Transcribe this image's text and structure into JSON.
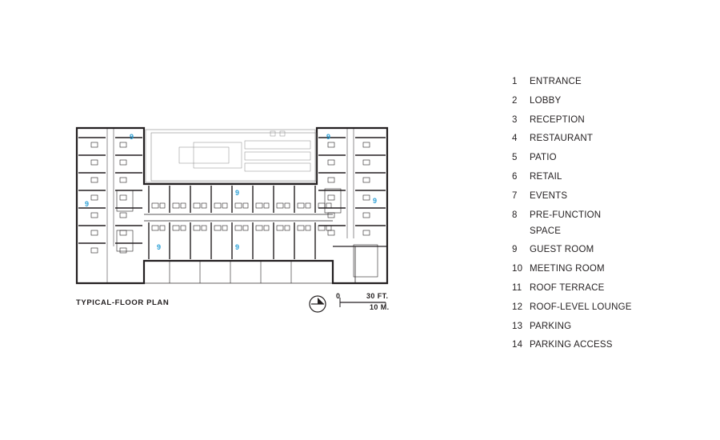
{
  "plan": {
    "caption": "TYPICAL-FLOOR PLAN",
    "room_label": "9",
    "accent_color": "#2a9fd6",
    "north_arrow_icon": "north-arrow-icon",
    "scale": {
      "zero": "0",
      "feet": "30 FT.",
      "meters": "10 M."
    }
  },
  "legend": [
    {
      "num": "1",
      "label": "ENTRANCE"
    },
    {
      "num": "2",
      "label": "LOBBY"
    },
    {
      "num": "3",
      "label": "RECEPTION"
    },
    {
      "num": "4",
      "label": "RESTAURANT"
    },
    {
      "num": "5",
      "label": "PATIO"
    },
    {
      "num": "6",
      "label": "RETAIL"
    },
    {
      "num": "7",
      "label": "EVENTS"
    },
    {
      "num": "8",
      "label": "PRE-FUNCTION SPACE"
    },
    {
      "num": "9",
      "label": "GUEST ROOM"
    },
    {
      "num": "10",
      "label": "MEETING ROOM"
    },
    {
      "num": "11",
      "label": "ROOF TERRACE"
    },
    {
      "num": "12",
      "label": "ROOF-LEVEL LOUNGE"
    },
    {
      "num": "13",
      "label": "PARKING"
    },
    {
      "num": "14",
      "label": "PARKING ACCESS"
    }
  ]
}
